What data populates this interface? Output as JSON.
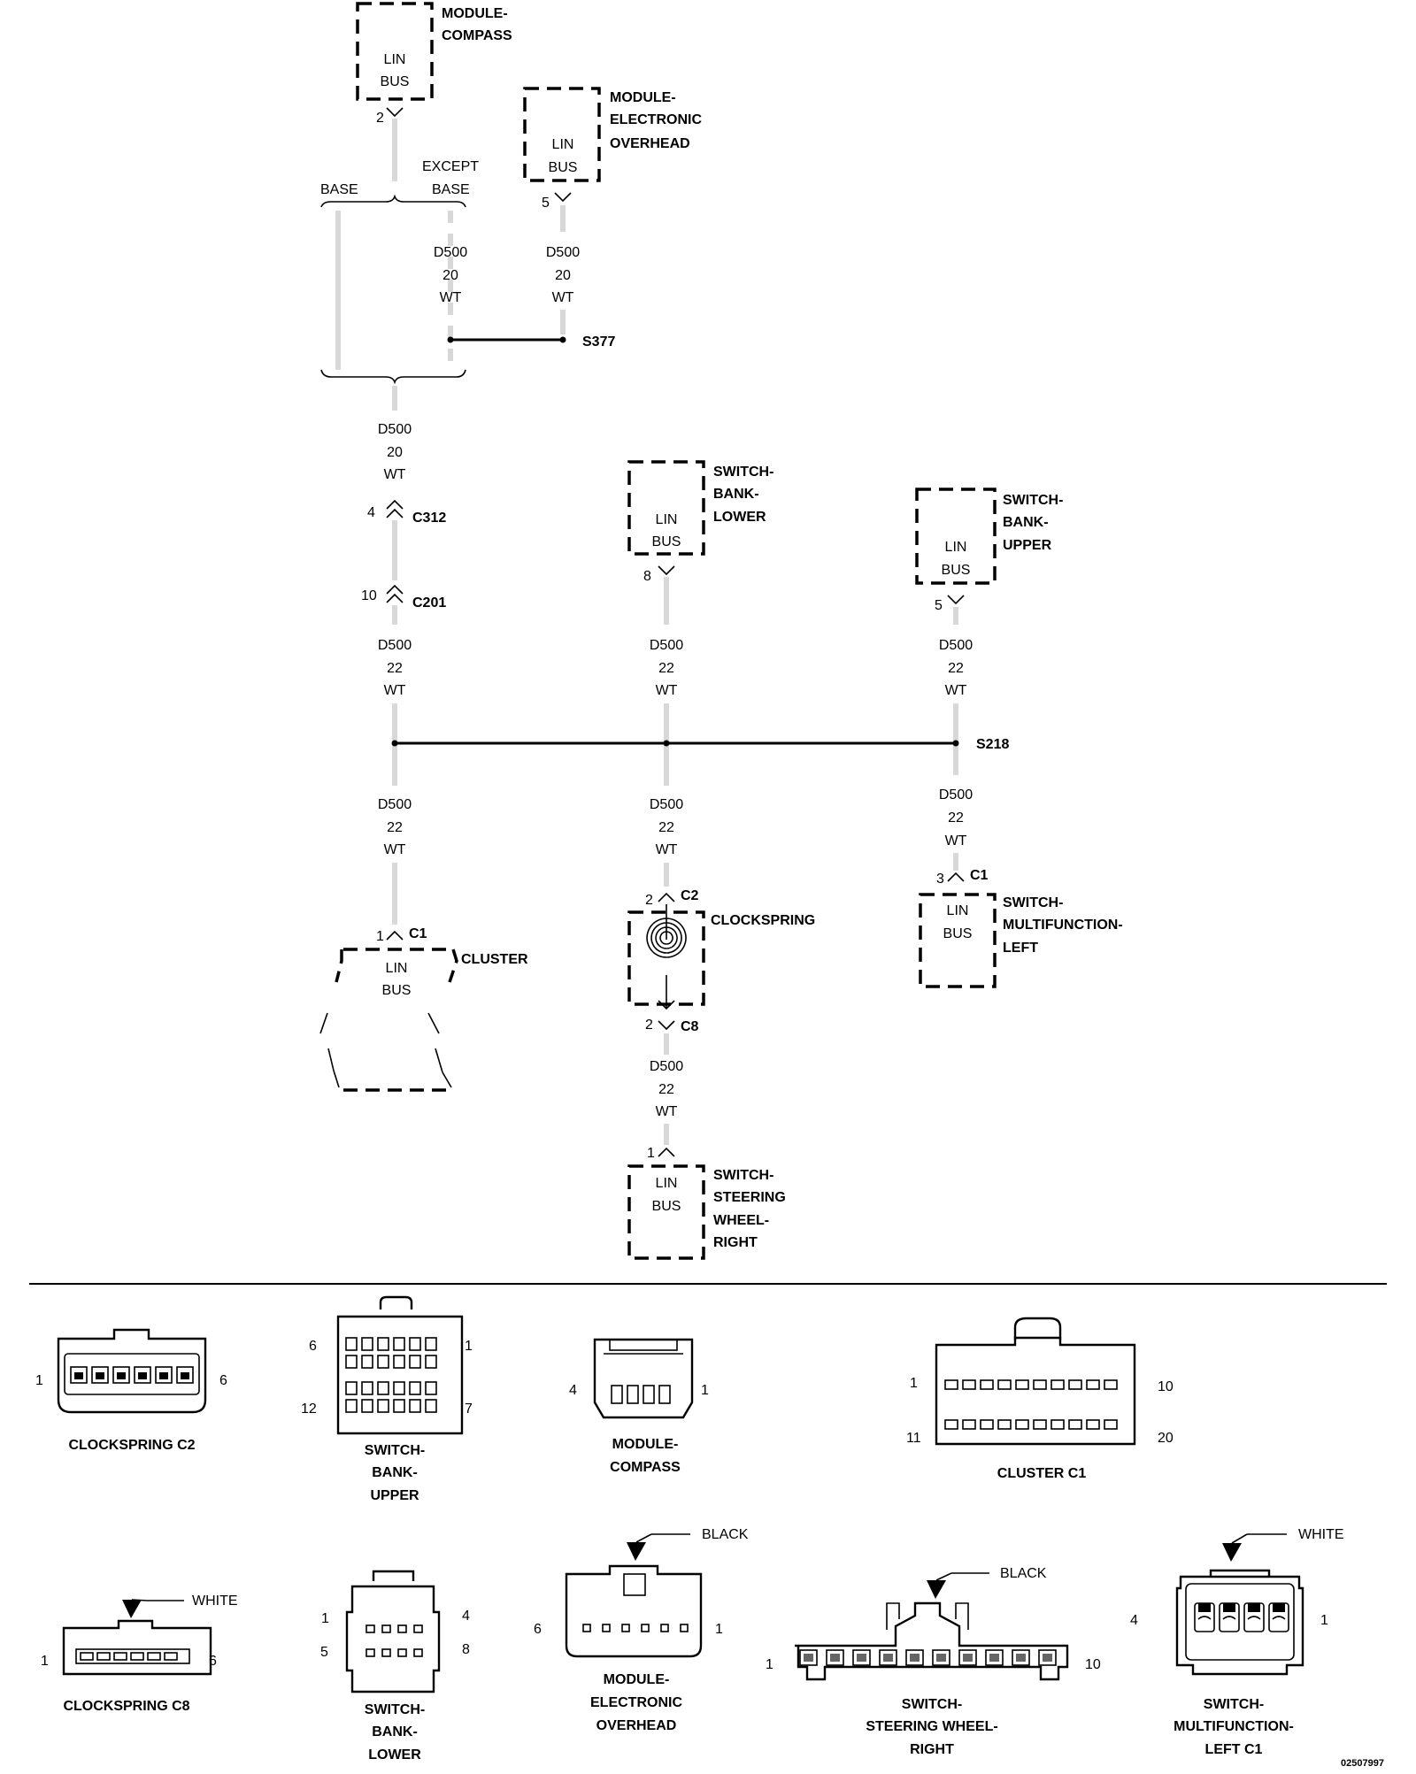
{
  "modules": {
    "compass": {
      "name_l1": "MODULE-",
      "name_l2": "COMPASS",
      "lin": "LIN",
      "bus": "BUS",
      "pin": "2"
    },
    "evic": {
      "name_l1": "MODULE-",
      "name_l2": "ELECTRONIC",
      "name_l3": "OVERHEAD",
      "lin": "LIN",
      "bus": "BUS",
      "pin": "5"
    },
    "sbl": {
      "name_l1": "SWITCH-",
      "name_l2": "BANK-",
      "name_l3": "LOWER",
      "lin": "LIN",
      "bus": "BUS",
      "pin": "8"
    },
    "sbu": {
      "name_l1": "SWITCH-",
      "name_l2": "BANK-",
      "name_l3": "UPPER",
      "lin": "LIN",
      "bus": "BUS",
      "pin": "5"
    },
    "cluster": {
      "name": "CLUSTER",
      "lin": "LIN",
      "bus": "BUS",
      "pin": "1",
      "conn": "C1"
    },
    "clockspring": {
      "name": "CLOCKSPRING",
      "pin_top": "2",
      "conn_top": "C2",
      "pin_bot": "2",
      "conn_bot": "C8"
    },
    "mfl": {
      "name_l1": "SWITCH-",
      "name_l2": "MULTIFUNCTION-",
      "name_l3": "LEFT",
      "lin": "LIN",
      "bus": "BUS",
      "pin": "3",
      "conn": "C1"
    },
    "swr": {
      "name_l1": "SWITCH-",
      "name_l2": "STEERING",
      "name_l3": "WHEEL-",
      "name_l4": "RIGHT",
      "lin": "LIN",
      "bus": "BUS",
      "pin": "1"
    }
  },
  "branches": {
    "base": "BASE",
    "except_l1": "EXCEPT",
    "except_l2": "BASE"
  },
  "wire_20": {
    "circuit": "D500",
    "gauge": "20",
    "color": "WT"
  },
  "wire_22": {
    "circuit": "D500",
    "gauge": "22",
    "color": "WT"
  },
  "splices": {
    "upper": "S377",
    "lower": "S218"
  },
  "inline_connectors": [
    {
      "pin": "4",
      "name": "C312"
    },
    {
      "pin": "10",
      "name": "C201"
    }
  ],
  "connector_views": {
    "cs_c2": {
      "title": "CLOCKSPRING C2",
      "pin_left": "1",
      "pin_right": "6"
    },
    "sbu": {
      "title_l1": "SWITCH-",
      "title_l2": "BANK-",
      "title_l3": "UPPER",
      "p_tl": "6",
      "p_tr": "1",
      "p_bl": "12",
      "p_br": "7"
    },
    "compass": {
      "title_l1": "MODULE-",
      "title_l2": "COMPASS",
      "pin_left": "4",
      "pin_right": "1"
    },
    "cluster": {
      "title": "CLUSTER C1",
      "p_tl": "1",
      "p_tr": "10",
      "p_bl": "11",
      "p_br": "20"
    },
    "cs_c8": {
      "title": "CLOCKSPRING C8",
      "pin_left": "1",
      "pin_right": "6",
      "color": "WHITE"
    },
    "sbl": {
      "title_l1": "SWITCH-",
      "title_l2": "BANK-",
      "title_l3": "LOWER",
      "p_tl": "1",
      "p_tr": "4",
      "p_bl": "5",
      "p_br": "8"
    },
    "evic": {
      "title_l1": "MODULE-",
      "title_l2": "ELECTRONIC",
      "title_l3": "OVERHEAD",
      "pin_left": "6",
      "pin_right": "1",
      "color": "BLACK"
    },
    "swr": {
      "title_l1": "SWITCH-",
      "title_l2": "STEERING WHEEL-",
      "title_l3": "RIGHT",
      "pin_left": "1",
      "pin_right": "10",
      "color": "BLACK"
    },
    "mfl": {
      "title_l1": "SWITCH-",
      "title_l2": "MULTIFUNCTION-",
      "title_l3": "LEFT C1",
      "pin_left": "4",
      "pin_right": "1",
      "color": "WHITE"
    }
  },
  "figure_id": "02507997"
}
